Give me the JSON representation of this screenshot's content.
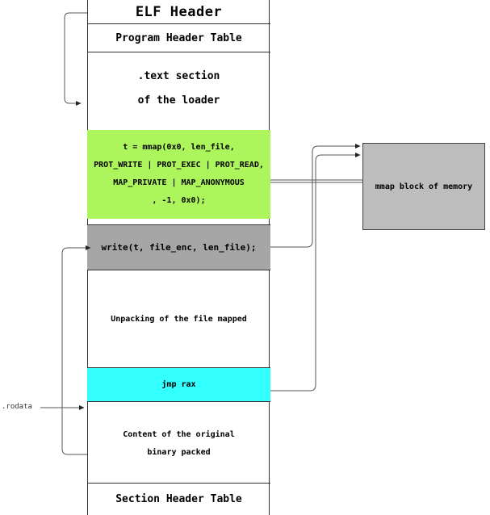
{
  "blocks": {
    "elf_header": "ELF Header",
    "program_header_table": "Program Header Table",
    "text_section_line1": ".text section",
    "text_section_line2": "of the loader",
    "mmap_call_lines": [
      "t = mmap(0x0, len_file,",
      "PROT_WRITE | PROT_EXEC | PROT_READ,",
      "MAP_PRIVATE | MAP_ANONYMOUS",
      ", -1, 0x0);"
    ],
    "write_call": "write(t, file_enc, len_file);",
    "unpacking": "Unpacking of the file mapped",
    "jmp": "jmp rax",
    "content_line1": "Content of the original",
    "content_line2": "binary packed",
    "section_header_table": "Section Header Table"
  },
  "mmap_block": {
    "label": "mmap block of memory"
  },
  "rodata_label": ".rodata",
  "colors": {
    "mmap_call_bg": "#adf55c",
    "write_bg": "#a6a6a6",
    "jmp_bg": "#33ffff",
    "mmap_block_bg": "#bdbdbd",
    "line": "#555555"
  }
}
